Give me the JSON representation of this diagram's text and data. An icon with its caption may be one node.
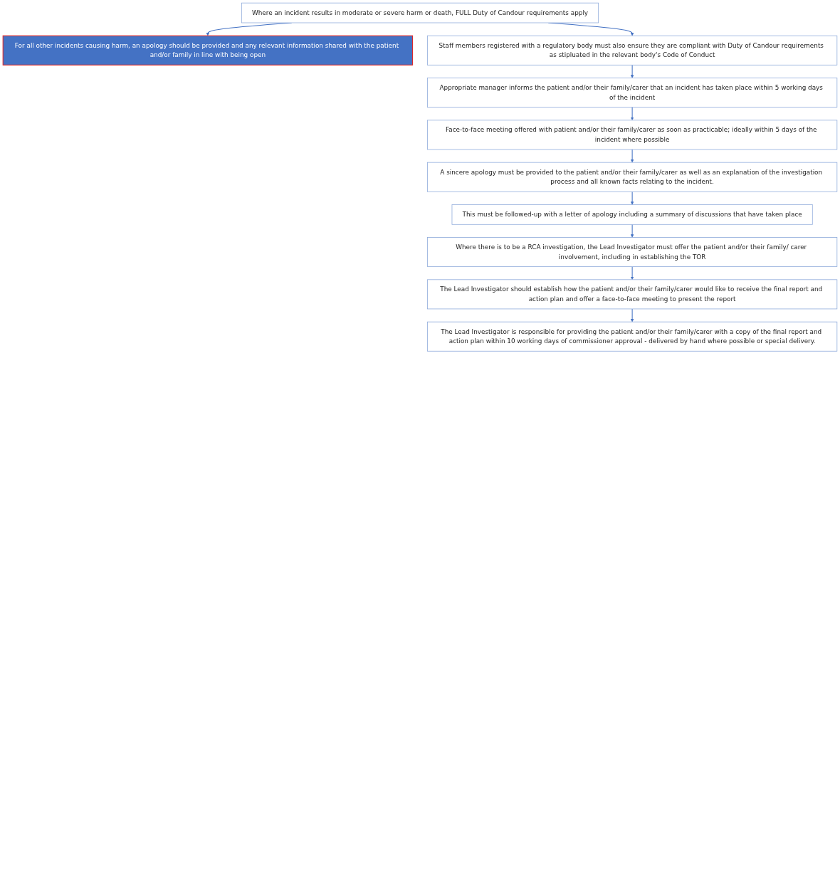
{
  "diagram": {
    "nodes": [
      {
        "text": [
          "Where an incident results in moderate or severe harm or death, FULL Duty of Candour requirements apply"
        ]
      },
      {
        "text": [
          "For all other incidents causing harm, an apology should be provided and any relevant information shared with the patient and/or family in line with being open"
        ]
      },
      {
        "text": [
          "Staff members registered with a regulatory body must also ensure they are compliant with Duty of Candour requirements as stipluated in the relevant body's Code of Conduct"
        ]
      },
      {
        "text": [
          "Appropriate manager informs the patient and/or their family/carer that an incident has taken place within 5 working days of the incident"
        ]
      },
      {
        "text": [
          "Face-to-face meeting offered with patient and/or their family/carer as soon as practicable; ideally within 5 days of the incident where possible"
        ]
      },
      {
        "text": [
          "A sincere apology must be provided to the patient and/or their family/carer as well as an explanation of the investigation process and all known facts relating to the incident."
        ]
      },
      {
        "text": [
          "This must be followed-up with a letter of apology including a summary of discussions that have taken place"
        ]
      },
      {
        "text": [
          "Where there is to be a RCA investigation, the Lead Investigator must offer the patient and/or their family/ carer involvement, including in establishing the TOR"
        ]
      },
      {
        "text": [
          "The Lead Investigator should establish how the patient and/or their family/carer would like to receive the final report and action plan and offer a face-to-face meeting to present the report"
        ]
      },
      {
        "text": [
          "The Lead Investigator is responsible for providing the patient and/or their family/carer with a copy of the final report and action plan within 10 working days of commissioner approval - delivered by hand where possible or special delivery."
        ]
      }
    ],
    "edges": [
      {
        "from": 0,
        "to": 1,
        "arrow": "to"
      },
      {
        "from": 0,
        "to": 2,
        "arrow": "to"
      },
      {
        "from": 2,
        "to": 3,
        "arrow": "to"
      },
      {
        "from": 3,
        "to": 4,
        "arrow": "to"
      },
      {
        "from": 4,
        "to": 5,
        "arrow": "to"
      },
      {
        "from": 5,
        "to": 6,
        "arrow": "to"
      },
      {
        "from": 6,
        "to": 7,
        "arrow": "to"
      },
      {
        "from": 7,
        "to": 8,
        "arrow": "to"
      },
      {
        "from": 8,
        "to": 9,
        "arrow": "to"
      }
    ]
  }
}
